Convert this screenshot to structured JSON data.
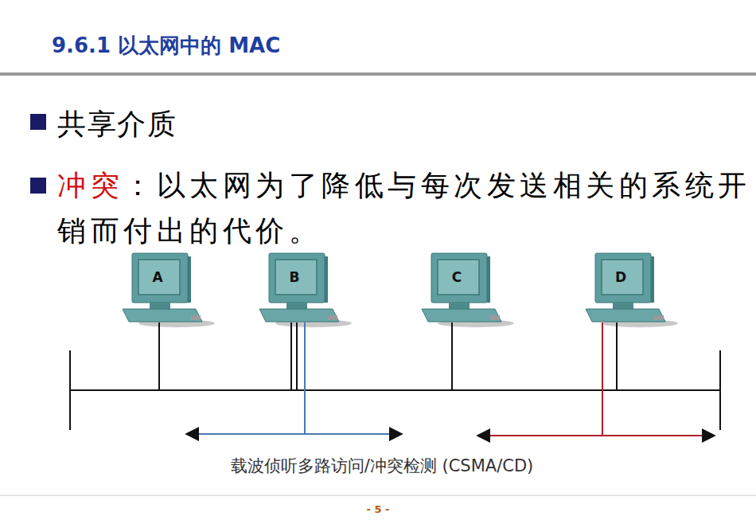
{
  "diagram": {
    "title": "9.6.1 以太网中的 MAC",
    "caption": "载波侦听多路访问/冲突检测 (CSMA/CD)",
    "nodes": [
      {
        "text": [
          "A"
        ]
      },
      {
        "text": [
          "B"
        ]
      },
      {
        "text": [
          "C"
        ]
      },
      {
        "text": [
          "D"
        ]
      }
    ],
    "labels": [
      "共享介质",
      "冲突",
      "：以太网为了降低与每次发送相关的系统开销而付出的代价。",
      "- 5 -"
    ]
  }
}
